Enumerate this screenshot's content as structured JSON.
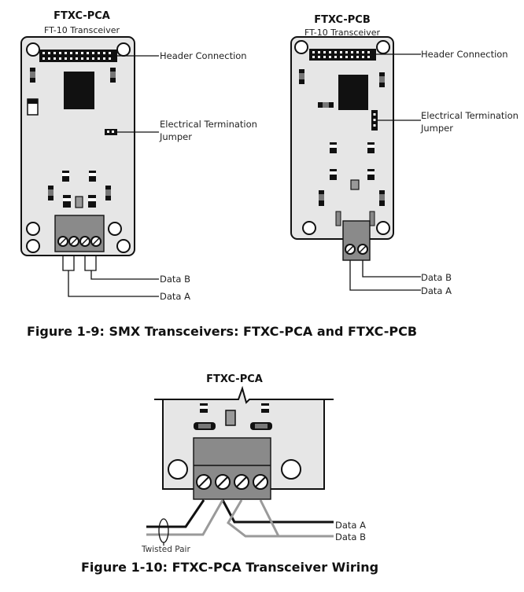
{
  "fig19": {
    "pca_title": "FTXC-PCA",
    "pca_subtitle": "FT-10 Transceiver",
    "pcb_title": "FTXC-PCB",
    "pcb_subtitle": "FT-10 Transceiver",
    "pca_header_label": "Header Connection",
    "pca_jumper_label_1": "Electrical Termination",
    "pca_jumper_label_2": "Jumper",
    "pca_data_b": "Data B",
    "pca_data_a": "Data A",
    "pcb_header_label": "Header Connection",
    "pcb_jumper_label_1": "Electrical Termination",
    "pcb_jumper_label_2": "Jumper",
    "pcb_data_b": "Data B",
    "pcb_data_a": "Data A",
    "caption": "Figure 1-9:  SMX Transceivers:  FTXC-PCA and FTXC-PCB"
  },
  "fig110": {
    "title": "FTXC-PCA",
    "data_a": "Data A",
    "data_b": "Data B",
    "twisted_pair": "Twisted Pair",
    "caption": "Figure 1-10:  FTXC-PCA Transceiver Wiring"
  },
  "colors": {
    "board": "#e6e6e6",
    "terminal": "#8a8a8a",
    "wire_dark": "#111111",
    "wire_light": "#9a9a9a"
  }
}
